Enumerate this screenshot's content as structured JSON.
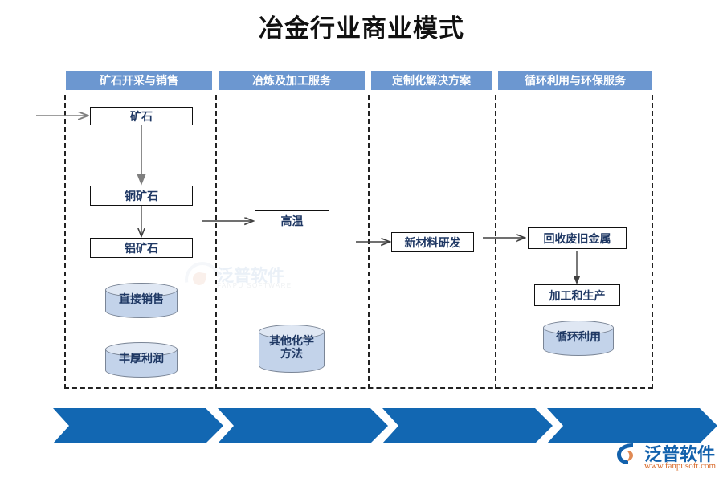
{
  "page": {
    "title": "冶金行业商业模式",
    "accent_color": "#6c97d0",
    "chevron_color": "#1267b2",
    "box_text_color": "#1f3864",
    "cylinder_fill": "#c3d3ea"
  },
  "watermark": {
    "text": "泛普软件",
    "subtext": "FANPU SOFTWARE"
  },
  "lanes": [
    {
      "id": "lane-1",
      "header": "矿石开采与销售"
    },
    {
      "id": "lane-2",
      "header": "冶炼及加工服务"
    },
    {
      "id": "lane-3",
      "header": "定制化解决方案"
    },
    {
      "id": "lane-4",
      "header": "循环利用与环保服务"
    }
  ],
  "nodes": {
    "ore": "矿石",
    "copper_ore": "铜矿石",
    "aluminum_ore": "铝矿石",
    "direct_sales": "直接销售",
    "rich_profit": "丰厚利润",
    "high_temperature": "高温",
    "other_chemical": "其他化学\n方法",
    "other_chemical_line1": "其他化学",
    "other_chemical_line2": "方法",
    "new_material_rd": "新材料研发",
    "recycle_scrap_metal": "回收废旧金属",
    "processing_production": "加工和生产",
    "recycling": "循环利用"
  },
  "chevrons": [
    {
      "id": "chevron-1"
    },
    {
      "id": "chevron-2"
    },
    {
      "id": "chevron-3"
    },
    {
      "id": "chevron-4"
    }
  ],
  "brand": {
    "name": "泛普软件",
    "url": "www.fanpusoft.com"
  }
}
